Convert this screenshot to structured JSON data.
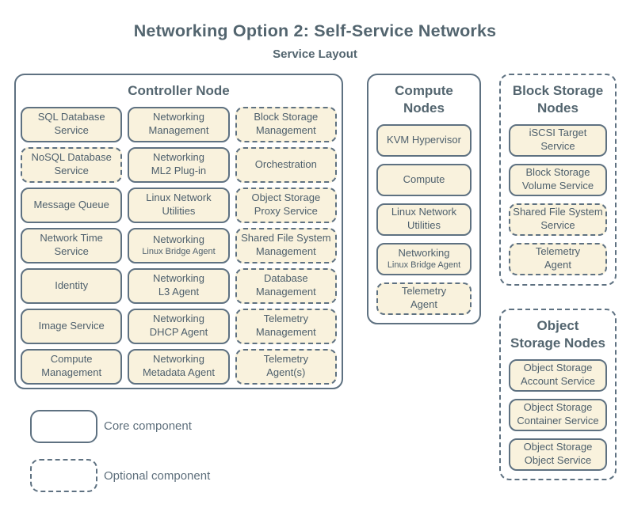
{
  "page": {
    "title": "Networking Option 2: Self-Service Networks",
    "subtitle": "Service Layout"
  },
  "colors": {
    "border_slate": "#5E7181",
    "text_slate": "#4D5F6C",
    "box_fill_cream": "#F9F2DD",
    "background": "#FFFFFF"
  },
  "nodes": [
    {
      "title": "Controller Node",
      "border": "solid",
      "columns": 3,
      "services": [
        {
          "label": "SQL Database\nService",
          "style": "core"
        },
        {
          "label": "Networking\nManagement",
          "style": "core"
        },
        {
          "label": "Block Storage\nManagement",
          "style": "optional"
        },
        {
          "label": "NoSQL Database\nService",
          "style": "optional"
        },
        {
          "label": "Networking\nML2 Plug-in",
          "style": "core"
        },
        {
          "label": "Orchestration",
          "style": "optional"
        },
        {
          "label": "Message Queue",
          "style": "core"
        },
        {
          "label": "Linux Network\nUtilities",
          "style": "core"
        },
        {
          "label": "Object Storage\nProxy Service",
          "style": "optional"
        },
        {
          "label": "Network Time\nService",
          "style": "core"
        },
        {
          "label": "Networking",
          "sub": "Linux Bridge Agent",
          "style": "core"
        },
        {
          "label": "Shared File System\nManagement",
          "style": "optional"
        },
        {
          "label": "Identity",
          "style": "core"
        },
        {
          "label": "Networking\nL3 Agent",
          "style": "core"
        },
        {
          "label": "Database\nManagement",
          "style": "optional"
        },
        {
          "label": "Image Service",
          "style": "core"
        },
        {
          "label": "Networking\nDHCP Agent",
          "style": "core"
        },
        {
          "label": "Telemetry\nManagement",
          "style": "optional"
        },
        {
          "label": "Compute\nManagement",
          "style": "core"
        },
        {
          "label": "Networking\nMetadata Agent",
          "style": "core"
        },
        {
          "label": "Telemetry\nAgent(s)",
          "style": "optional"
        }
      ]
    },
    {
      "title": "Compute\nNodes",
      "border": "solid",
      "columns": 1,
      "services": [
        {
          "label": "KVM Hypervisor",
          "style": "core"
        },
        {
          "label": "Compute",
          "style": "core"
        },
        {
          "label": "Linux Network\nUtilities",
          "style": "core"
        },
        {
          "label": "Networking",
          "sub": "Linux Bridge Agent",
          "style": "core"
        },
        {
          "label": "Telemetry\nAgent",
          "style": "optional"
        }
      ]
    },
    {
      "title": "Block Storage\nNodes",
      "border": "dashed",
      "columns": 1,
      "services": [
        {
          "label": "iSCSI Target\nService",
          "style": "core"
        },
        {
          "label": "Block Storage\nVolume Service",
          "style": "core"
        },
        {
          "label": "Shared File System\nService",
          "style": "optional"
        },
        {
          "label": "Telemetry\nAgent",
          "style": "optional"
        }
      ]
    },
    {
      "title": "Object\nStorage Nodes",
      "border": "dashed",
      "columns": 1,
      "services": [
        {
          "label": "Object Storage\nAccount Service",
          "style": "core"
        },
        {
          "label": "Object Storage\nContainer Service",
          "style": "core"
        },
        {
          "label": "Object Storage\nObject Service",
          "style": "core"
        }
      ]
    }
  ],
  "legend": [
    {
      "style": "solid",
      "label": "Core component"
    },
    {
      "style": "dashed",
      "label": "Optional component"
    }
  ]
}
